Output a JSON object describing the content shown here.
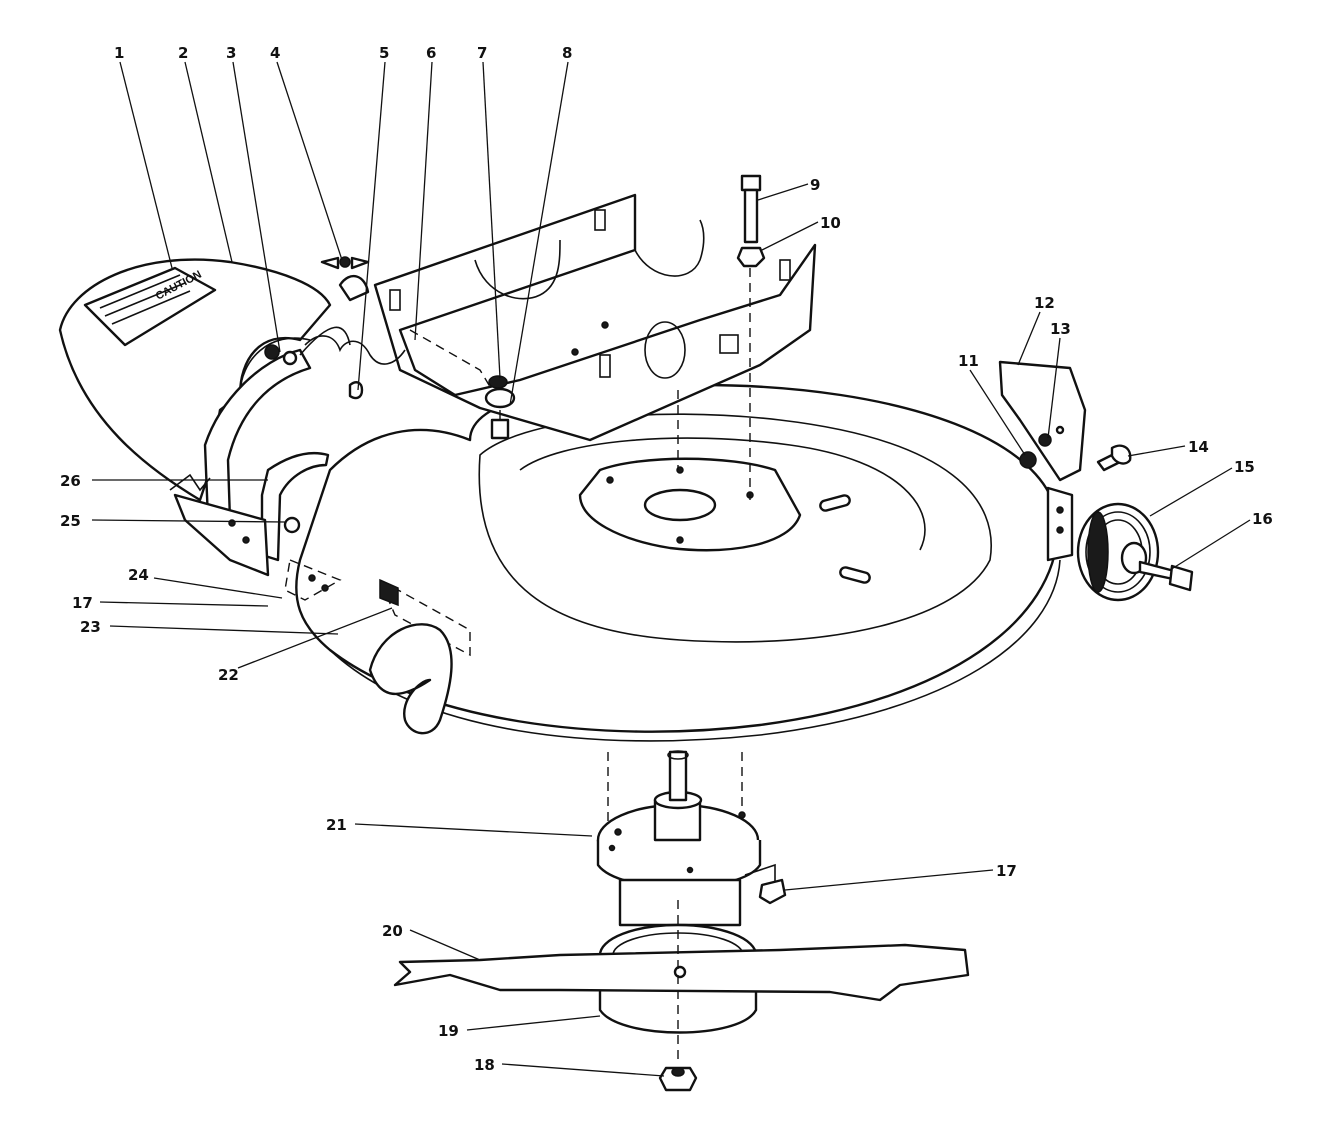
{
  "decal": {
    "text": "CAUTION"
  },
  "callouts": {
    "c1": "1",
    "c2": "2",
    "c3": "3",
    "c4": "4",
    "c5": "5",
    "c6": "6",
    "c7": "7",
    "c8": "8",
    "c9": "9",
    "c10": "10",
    "c11": "11",
    "c12": "12",
    "c13": "13",
    "c14": "14",
    "c15": "15",
    "c16": "16",
    "c17a": "17",
    "c17b": "17",
    "c18": "18",
    "c19": "19",
    "c20": "20",
    "c21": "21",
    "c22": "22",
    "c23": "23",
    "c24": "24",
    "c25": "25",
    "c26": "26"
  }
}
